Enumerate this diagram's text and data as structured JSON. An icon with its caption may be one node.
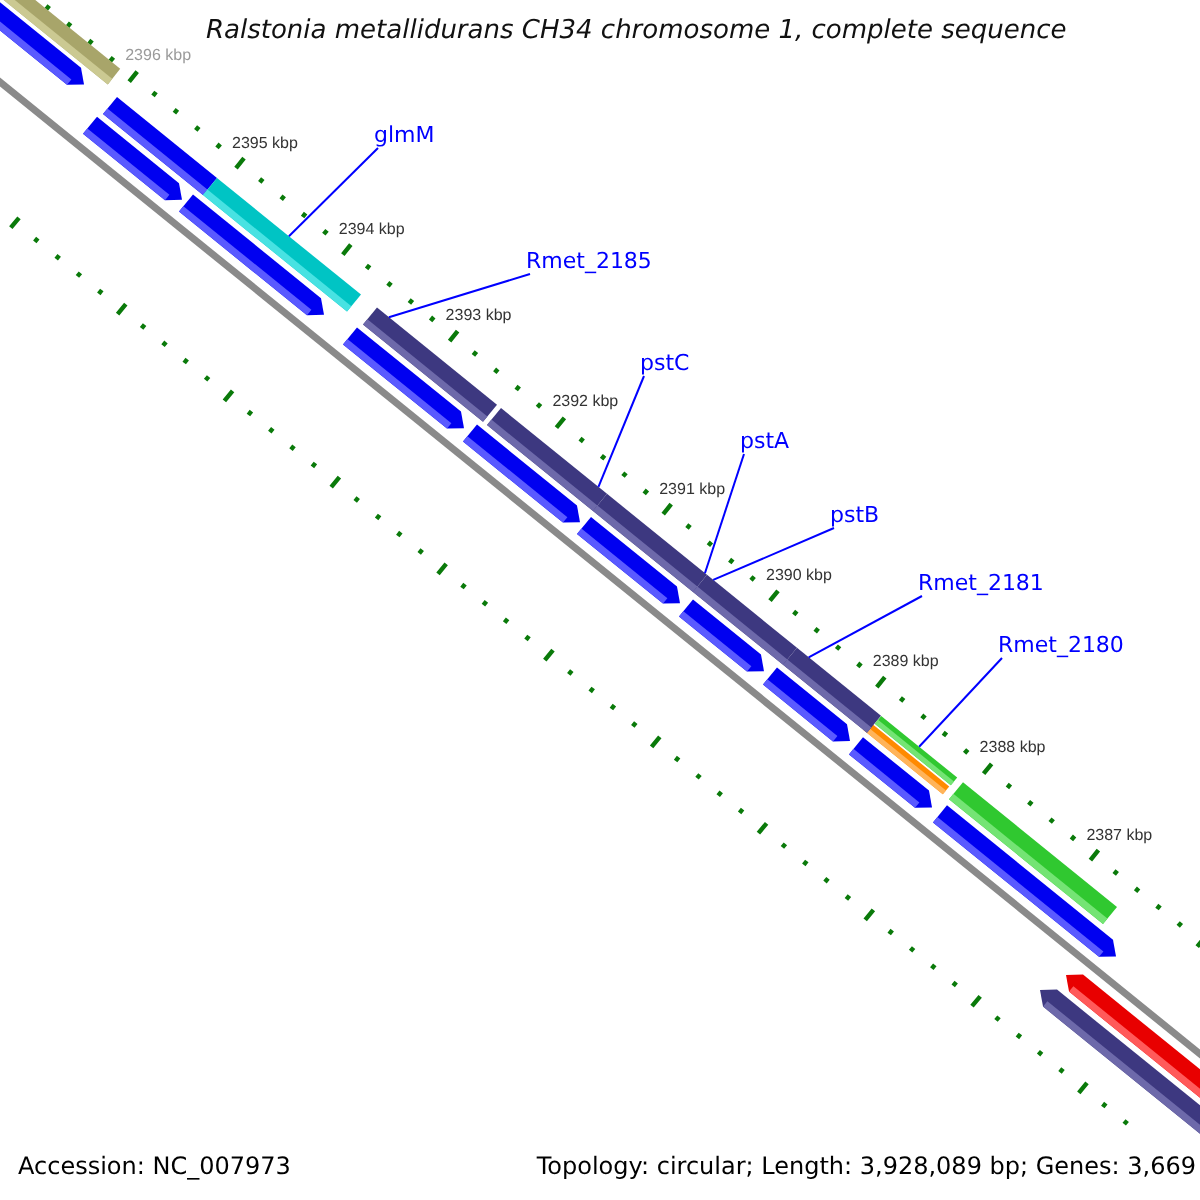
{
  "diagram": {
    "title": "Ralstonia metallidurans CH34 chromosome 1, complete sequence",
    "nodes": [
      {
        "text": [
          "glmM"
        ]
      },
      {
        "text": [
          "Rmet_2185"
        ]
      },
      {
        "text": [
          "pstC"
        ]
      },
      {
        "text": [
          "pstA"
        ]
      },
      {
        "text": [
          "pstB"
        ]
      },
      {
        "text": [
          "Rmet_2181"
        ]
      },
      {
        "text": [
          "Rmet_2180"
        ]
      },
      {
        "text": [],
        "shape": "bar"
      },
      {
        "text": [],
        "shape": "bar"
      },
      {
        "text": [],
        "shape": "bar"
      },
      {
        "text": [],
        "shape": "bar"
      },
      {
        "text": [],
        "shape": "bar"
      },
      {
        "text": [],
        "shape": "bar"
      },
      {
        "text": [],
        "shape": "bar"
      }
    ],
    "edges": [
      {
        "from": 0,
        "to": 7,
        "arrow": "none"
      },
      {
        "from": 1,
        "to": 8,
        "arrow": "none"
      },
      {
        "from": 2,
        "to": 9,
        "arrow": "none"
      },
      {
        "from": 3,
        "to": 10,
        "arrow": "none"
      },
      {
        "from": 4,
        "to": 11,
        "arrow": "none"
      },
      {
        "from": 5,
        "to": 12,
        "arrow": "none"
      },
      {
        "from": 6,
        "to": 13,
        "arrow": "none"
      }
    ],
    "labels": [
      "2396 kbp",
      "2395 kbp",
      "2394 kbp",
      "2393 kbp",
      "2392 kbp",
      "2391 kbp",
      "2390 kbp",
      "2389 kbp",
      "2388 kbp",
      "2387 kbp",
      "Accession: NC_007973",
      "Topology: circular; Length: 3,928,089 bp; Genes: 3,669"
    ]
  }
}
